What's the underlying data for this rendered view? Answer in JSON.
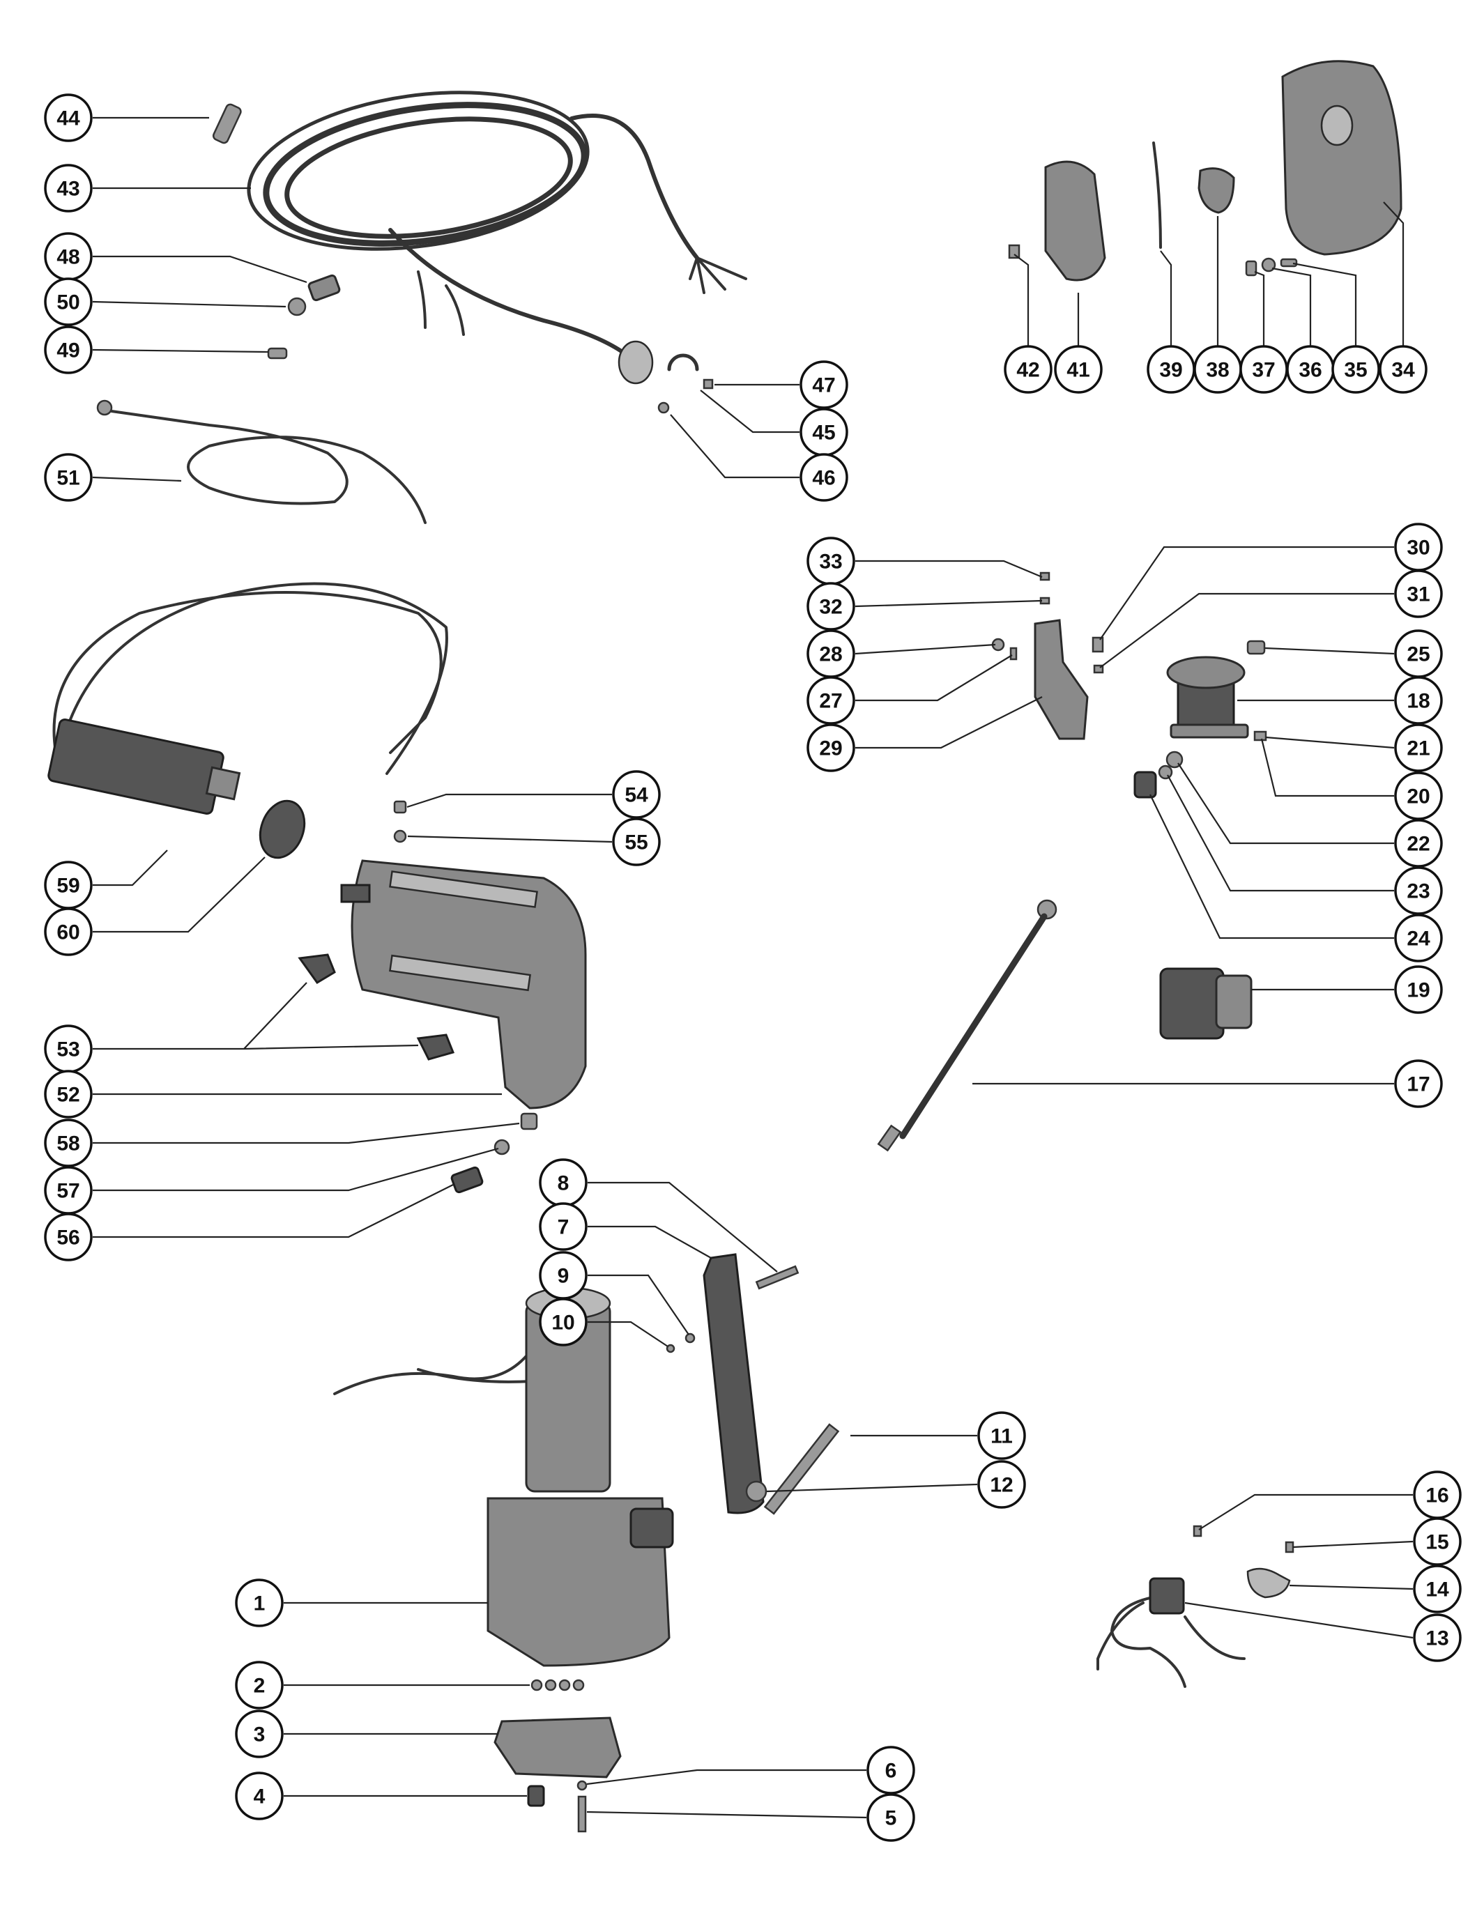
{
  "diagram": {
    "callouts": [
      {
        "label": "44"
      },
      {
        "label": "43"
      },
      {
        "label": "48"
      },
      {
        "label": "50"
      },
      {
        "label": "49"
      },
      {
        "label": "51"
      },
      {
        "label": "47"
      },
      {
        "label": "45"
      },
      {
        "label": "46"
      },
      {
        "label": "42"
      },
      {
        "label": "41"
      },
      {
        "label": "39"
      },
      {
        "label": "38"
      },
      {
        "label": "37"
      },
      {
        "label": "36"
      },
      {
        "label": "35"
      },
      {
        "label": "34"
      },
      {
        "label": "33"
      },
      {
        "label": "32"
      },
      {
        "label": "28"
      },
      {
        "label": "27"
      },
      {
        "label": "29"
      },
      {
        "label": "30"
      },
      {
        "label": "31"
      },
      {
        "label": "25"
      },
      {
        "label": "18"
      },
      {
        "label": "21"
      },
      {
        "label": "20"
      },
      {
        "label": "22"
      },
      {
        "label": "23"
      },
      {
        "label": "24"
      },
      {
        "label": "19"
      },
      {
        "label": "17"
      },
      {
        "label": "54"
      },
      {
        "label": "55"
      },
      {
        "label": "59"
      },
      {
        "label": "60"
      },
      {
        "label": "53"
      },
      {
        "label": "52"
      },
      {
        "label": "58"
      },
      {
        "label": "57"
      },
      {
        "label": "56"
      },
      {
        "label": "8"
      },
      {
        "label": "7"
      },
      {
        "label": "9"
      },
      {
        "label": "10"
      },
      {
        "label": "11"
      },
      {
        "label": "12"
      },
      {
        "label": "16"
      },
      {
        "label": "15"
      },
      {
        "label": "14"
      },
      {
        "label": "13"
      },
      {
        "label": "1"
      },
      {
        "label": "2"
      },
      {
        "label": "3"
      },
      {
        "label": "4"
      },
      {
        "label": "6"
      },
      {
        "label": "5"
      }
    ]
  }
}
